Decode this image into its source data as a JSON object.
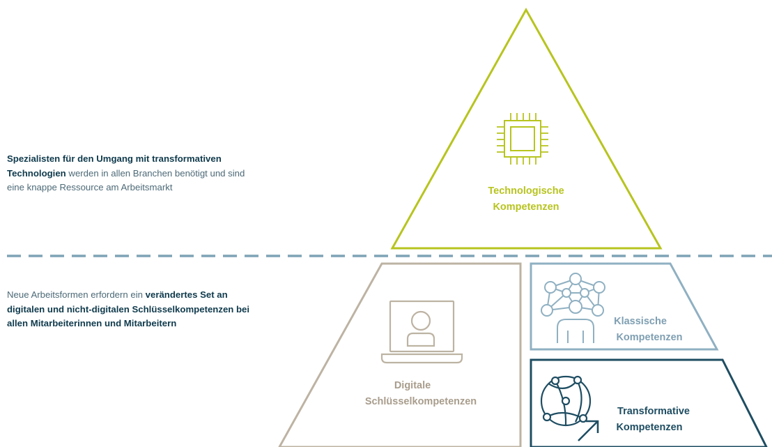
{
  "colors": {
    "tech": "#b7c41f",
    "digital": "#bdb3a3",
    "digital_text": "#a89d8c",
    "classic": "#8fb0c2",
    "classic_text": "#7f9fb2",
    "transform": "#1e4d62",
    "divider": "#7ea3b5",
    "body_text": "#1f4a5c"
  },
  "pyramid": {
    "tech": {
      "line1": "Technologische",
      "line2": "Kompetenzen",
      "icon": "chip-icon"
    },
    "digital": {
      "line1": "Digitale",
      "line2": "Schlüsselkompetenzen",
      "icon": "laptop-user-icon"
    },
    "classic": {
      "line1": "Klassische",
      "line2": "Kompetenzen",
      "icon": "network-person-icon"
    },
    "transform": {
      "line1": "Transformative",
      "line2": "Kompetenzen",
      "icon": "globe-cursor-icon"
    }
  },
  "text_top": {
    "bold": "Spezialisten für den Umgang mit transformativen Technologien",
    "rest": " werden in allen Branchen benötigt und sind eine knappe Ressource am Arbeitsmarkt"
  },
  "text_bottom": {
    "lead": "Neue Arbeitsformen erfordern ein ",
    "bold": "verändertes Set an digitalen und nicht-digitalen Schlüsselkompetenzen bei allen Mitarbeiterinnen und Mitarbeitern"
  }
}
